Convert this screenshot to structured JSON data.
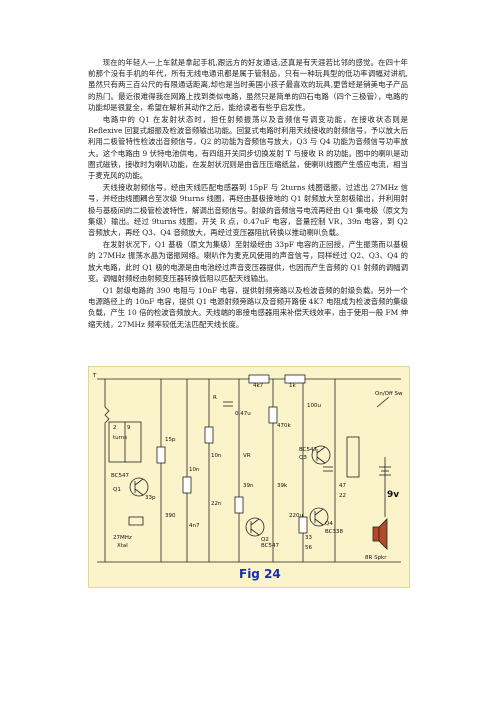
{
  "paragraphs": [
    "现在的年轻人一上车就是拿起手机,跟远方的好友通话,还真是有天涯若比邻的感觉。在四十年前那个没有手机的年代，所有无线电通讯都是属于管制品，只有一种玩具型的低功率调幅对讲机,虽然只有两三百公尺的有限通话距离,却也是当时美国小孩子最喜欢的玩具,更曾经是销美电子产品的热门。最近很难得我在网路上找到类似电路，虽然只是简单的四石电路（四个三极管），电路的功能却是很复全，希望在解析其动作之后，能给读者有些乎启发性。",
    "电路中的 Q1 在发射状态时，担任射频振荡以及音频信号调变功能，在接收状态则是Reflexive 回复式超振及检波音频输出功能。回复式电路时利用天线接收的射频信号，予以放大后利用二极管特性检波出音频信号，Q2 的功能为音频信号放大，Q3 与 Q4 功能为音频信号功率放大。这个电路由 9 伏特电池供电，有四组开关同步切换发射 T 与接收 R 的功能。图中的喇叭是动圈式磁铁，接收时为喇叭功能，在发射状况则是由音压压缩纸盆，使喇叭线圈产生感应电流，相当于麦克风的功能。",
    "天线接收射频信号，经由天线匹配电感器到 15pF 与 2turns 线圈谐振，过滤出 27MHz 信号，并经由线圈耦合至次级 9turns 线圈，再经由基极接地的 Q1 射频放大至射极输出，并利用射极与基极间的二极管检波特性，解调出音频信号。射级的音频信号电流再经由 Q1 集电极（原文为集级）输出。经过 9turns 线圈，开关 R 点，0.47uF 电容，音量控制 VR，39n 电容，到 Q2 音频放大，再经 Q3、Q4 音频放大，再经过变压器阻抗转换以推动喇叭负载。",
    "在发射状况下，Q1 基极（原文为集级）至射级经由 33pF 电容的正回授，产生振荡而以基极的 27MHz 振荡水晶为谐振网络。喇叭作为麦克风使用的声音信号，同样经过 Q2、Q3、Q4 的放大电路，此时 Q1 极的电源是由电池经过声音变压器提供，也因而产生音频的 Q1 射频的调幅调变。调幅射频经由射频变压器转换低阻以匹配天线输出。",
    "Q1 射级电路的 390 电阻与 10nF 电容，提供射频旁路以及检波音频的射级负载。另外一个电源路径上的 10nF 电容，提供 Q1 电源射频旁路以及音频开路使 4K7 电阻成为检波音频的集级负载，产生 10 倍的检波音频放大。天线端的串接电感器用来补偿天线效率，由于使用一般 FM 伸缩天线，27MHz 频率较低无法匹配天线长度。"
  ],
  "figure": {
    "caption": "Fig 24",
    "labels": {
      "bc547_q1": "BC547",
      "q1": "Q1",
      "q2": "Q2",
      "q3": "Q3",
      "q4": "Q4",
      "bc547_q2": "BC547",
      "bc547_q3": "BC547",
      "bc338": "BC338",
      "crystal": "27MHz",
      "xtal": "Xtal",
      "turns2": "2",
      "turns9": "9",
      "turns_word": "turns",
      "c_33p": "33p",
      "c_15p": "15p",
      "c_10n_a": "10n",
      "c_10n_b": "10n",
      "r_390": "390",
      "r_4k7": "4k7",
      "c_047": "0.47u",
      "r_1k": "1k",
      "c_100u": "100u",
      "r_470k": "470k",
      "r_39k": "39k",
      "r_47": "47",
      "r_22": "22",
      "c_4n7": "4n7",
      "c_220u": "220u",
      "c_22n": "22n",
      "c_39n": "39n",
      "r_56": "56",
      "r_33": "33",
      "vr": "VR",
      "switch": "On/Off Sw",
      "battery": "9v",
      "speaker": "8R Spkr",
      "t": "T",
      "r": "R"
    }
  }
}
